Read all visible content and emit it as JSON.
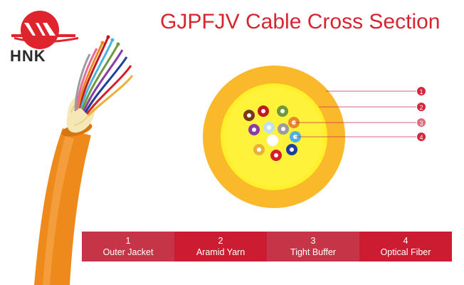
{
  "brand": {
    "name": "HNK",
    "red": "#e0242e"
  },
  "title": "GJPFJV Cable Cross Section",
  "callouts": [
    "1",
    "2",
    "3",
    "4"
  ],
  "layers": [
    {
      "number": "1",
      "name": "Outer Jacket"
    },
    {
      "number": "2",
      "name": "Aramid Yarn"
    },
    {
      "number": "3",
      "name": "Tight Buffer"
    },
    {
      "number": "4",
      "name": "Optical Fiber"
    }
  ],
  "colors": {
    "jacket": "#f9b92a",
    "yarn": "#fff02a",
    "callout": "#d0283e",
    "fibers": [
      "#c2181f",
      "#7a3a1a",
      "#6e9a3a",
      "#e9891f",
      "#8b3aa8",
      "#bfe0ee",
      "#9c9c9c",
      "#ffffff",
      "#49b4e2",
      "#e9b13a",
      "#d51f2b",
      "#1b3f9a"
    ]
  }
}
